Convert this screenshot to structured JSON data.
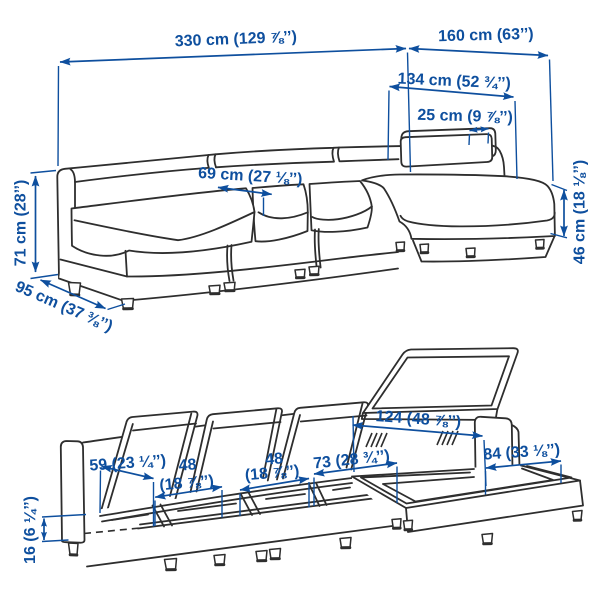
{
  "title": "Sofa dimension diagram",
  "colors": {
    "dimension": "#0e4f9e",
    "line_art": "#2e2e2e",
    "background": "#ffffff"
  },
  "unit_note": "measurements in cm with inches in parentheses",
  "closed_view": {
    "name": "modular sofa with chaise longue, assembled",
    "dims": {
      "total_width": "330 cm (129 ⅞’’)",
      "chaise_total_depth": "160 cm (63’’)",
      "chaise_seat_length": "134 cm (52 ¾’’)",
      "headrest_depth": "25 cm (9 ⅞’’)",
      "seat_width": "69 cm (27 ⅛’’)",
      "back_height": "71 cm (28’’)",
      "sofa_depth": "95 cm (37 ⅜’’)",
      "seat_height": "46 cm (18 ⅛’’)"
    }
  },
  "open_view": {
    "name": "modular sofa with seat lids open showing storage",
    "dims": {
      "storage_depth": "59 (23 ¼’’)",
      "storage2_width_line1": "48",
      "storage2_width_line2": "(18 ⅞’’)",
      "storage3_width_line1": "48",
      "storage3_width_line2": "(18 ⅞’’)",
      "storage4_width": "73 (28 ¾’’)",
      "chaise_storage_length": "124 (48 ⅞’’)",
      "chaise_storage_width": "84 (33 ⅛’’)",
      "storage_height": "16 (6 ¼’’)"
    }
  }
}
